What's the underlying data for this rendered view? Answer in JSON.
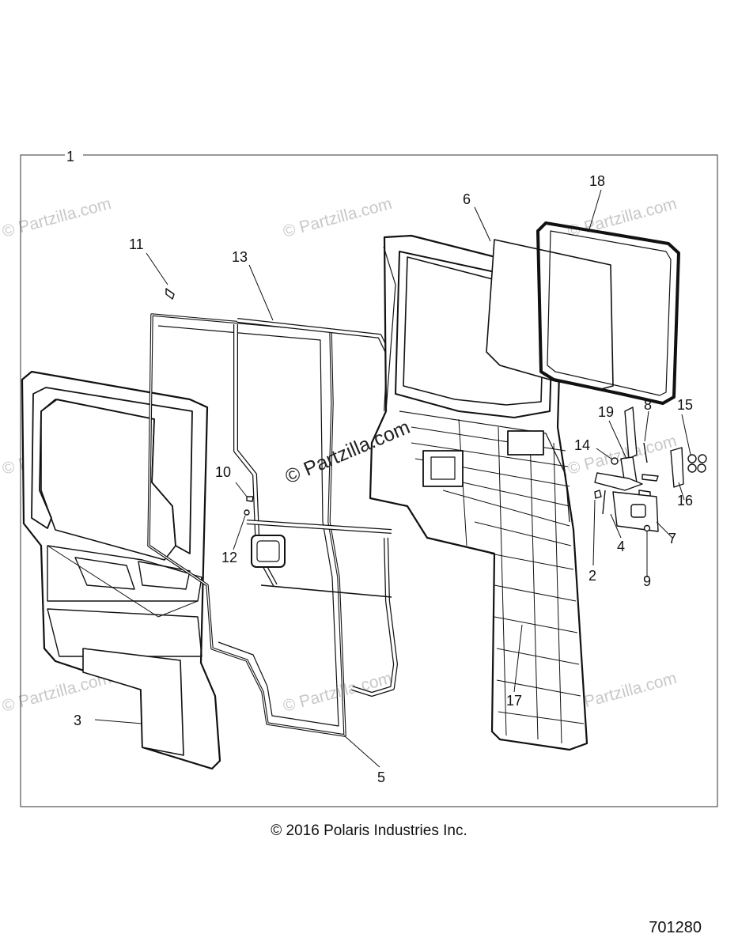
{
  "diagram": {
    "callouts": {
      "c1": "1",
      "c2": "2",
      "c3": "3",
      "c4": "4",
      "c5": "5",
      "c6": "6",
      "c7": "7",
      "c8": "8",
      "c9": "9",
      "c10": "10",
      "c11": "11",
      "c12": "12",
      "c13": "13",
      "c14": "14",
      "c15": "15",
      "c16": "16",
      "c17": "17",
      "c18": "18",
      "c19": "19"
    },
    "watermark": "© Partzilla.com"
  },
  "footer": {
    "copyright": "© 2016 Polaris Industries Inc.",
    "drawing_number": "701280"
  }
}
